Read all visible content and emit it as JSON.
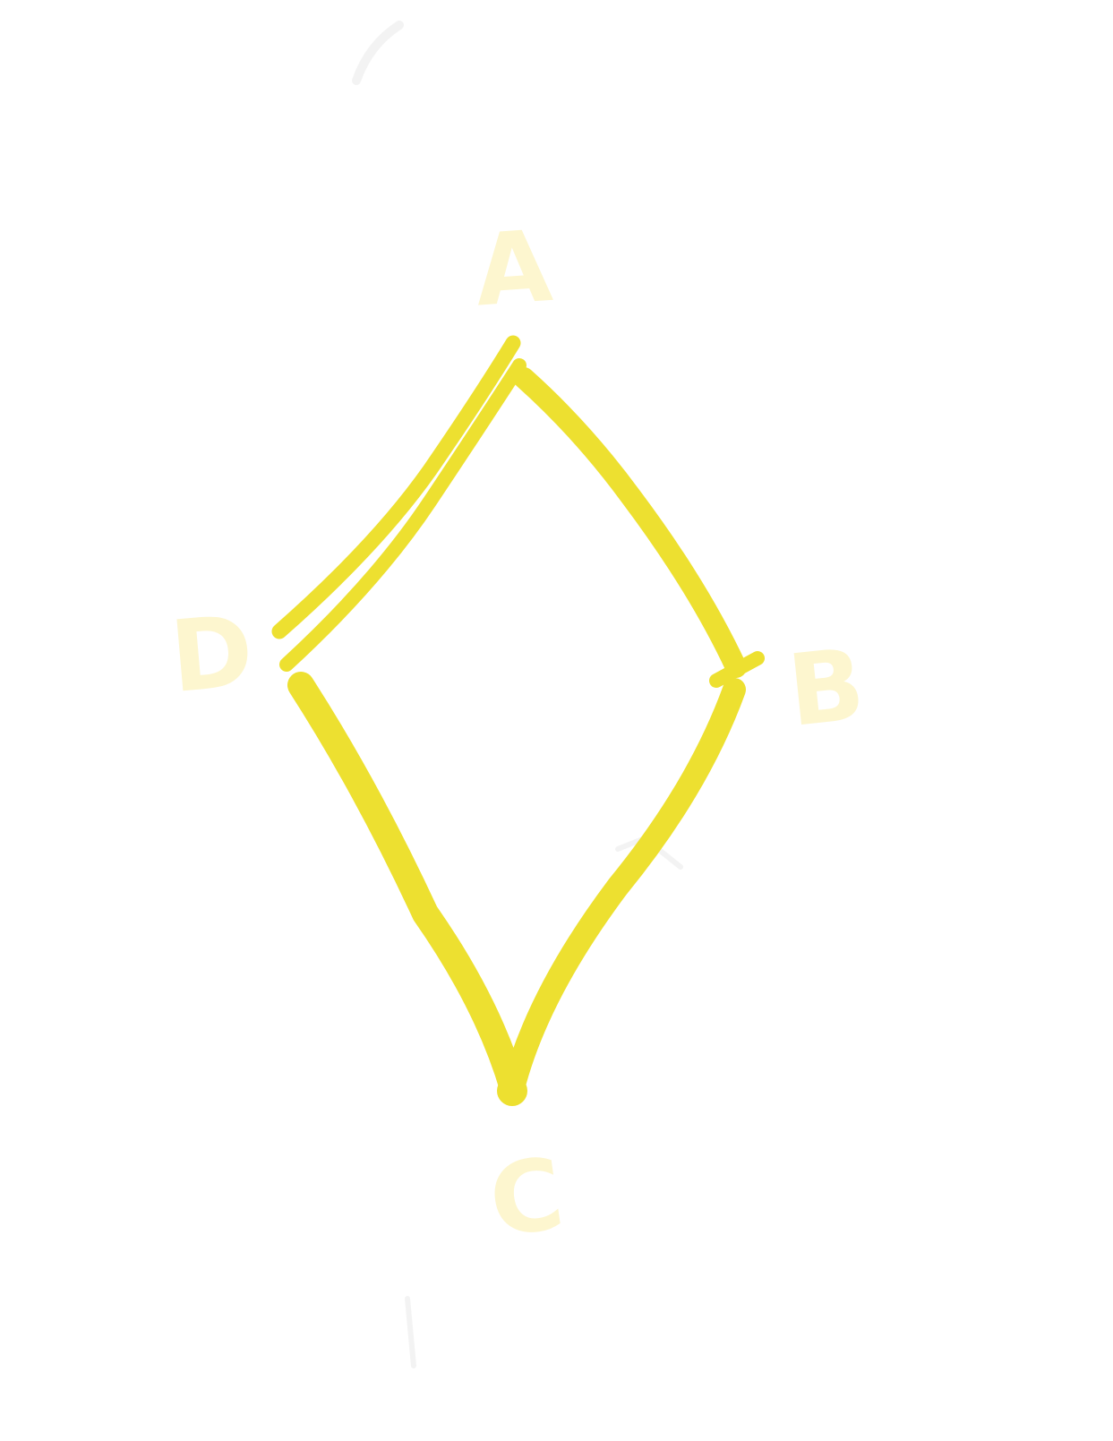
{
  "diagram": {
    "shape": "quadrilateral",
    "vertices": {
      "A": {
        "label": "A"
      },
      "B": {
        "label": "B"
      },
      "C": {
        "label": "C"
      },
      "D": {
        "label": "D"
      }
    },
    "edges": [
      {
        "from": "A",
        "to": "B"
      },
      {
        "from": "B",
        "to": "C"
      },
      {
        "from": "C",
        "to": "D"
      },
      {
        "from": "D",
        "to": "A",
        "double_stroke": true
      }
    ]
  },
  "colors": {
    "background": "#ffffff",
    "edge": "#ede030",
    "label": "#fdf6cf",
    "faint_mark": "#f3f3f3"
  }
}
